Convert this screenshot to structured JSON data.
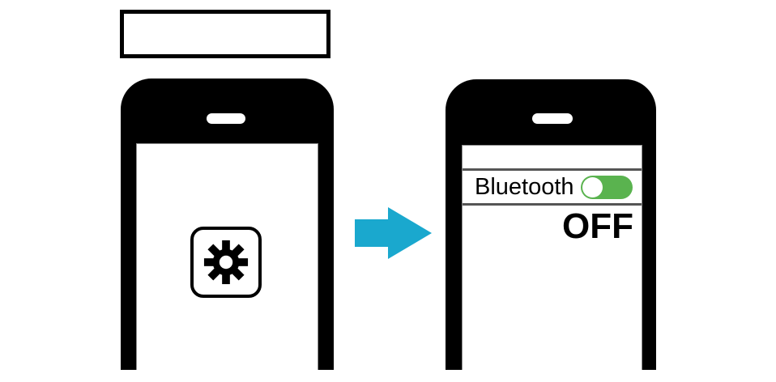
{
  "caption_box": {
    "text": ""
  },
  "left_phone": {
    "role": "phone showing home screen with settings app",
    "app_icon": "settings-gear-icon"
  },
  "arrow": {
    "direction": "right",
    "color": "#1AA8CE"
  },
  "right_phone": {
    "role": "phone showing bluetooth settings screen",
    "bluetooth_row": {
      "label": "Bluetooth",
      "toggle": {
        "track_color": "#5AB34F",
        "knob_color": "#ffffff",
        "knob_position": "left"
      }
    },
    "status_text": "OFF"
  },
  "colors": {
    "phone_body": "#000000",
    "divider": "#555555",
    "screen_border": "#8e8e8e"
  }
}
